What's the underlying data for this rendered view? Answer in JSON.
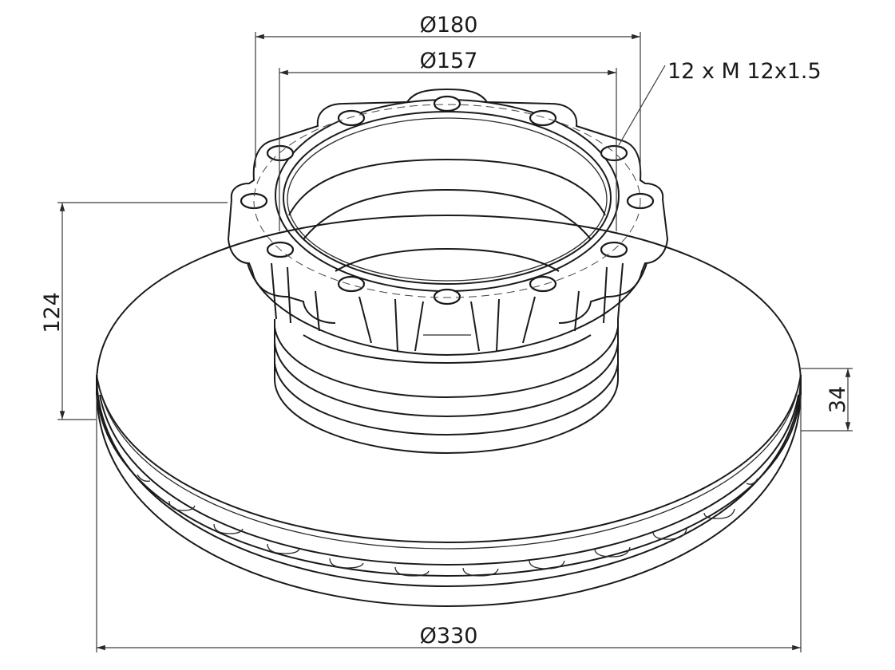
{
  "drawing": {
    "subject": "ventilated brake disc with integrated hub",
    "line_color": "#1a1a1a",
    "background": "#ffffff"
  },
  "dimensions": {
    "flange_outer_diameter": "Ø180",
    "flange_inner_diameter": "Ø157",
    "bolt_thread_callout": "12 x M 12x1.5",
    "overall_height": "124",
    "disc_thickness": "34",
    "disc_outer_diameter": "Ø330"
  },
  "features": {
    "bolt_hole_count": 12,
    "thread_spec": "M 12x1.5",
    "vent_slot_count_visible": 15
  }
}
